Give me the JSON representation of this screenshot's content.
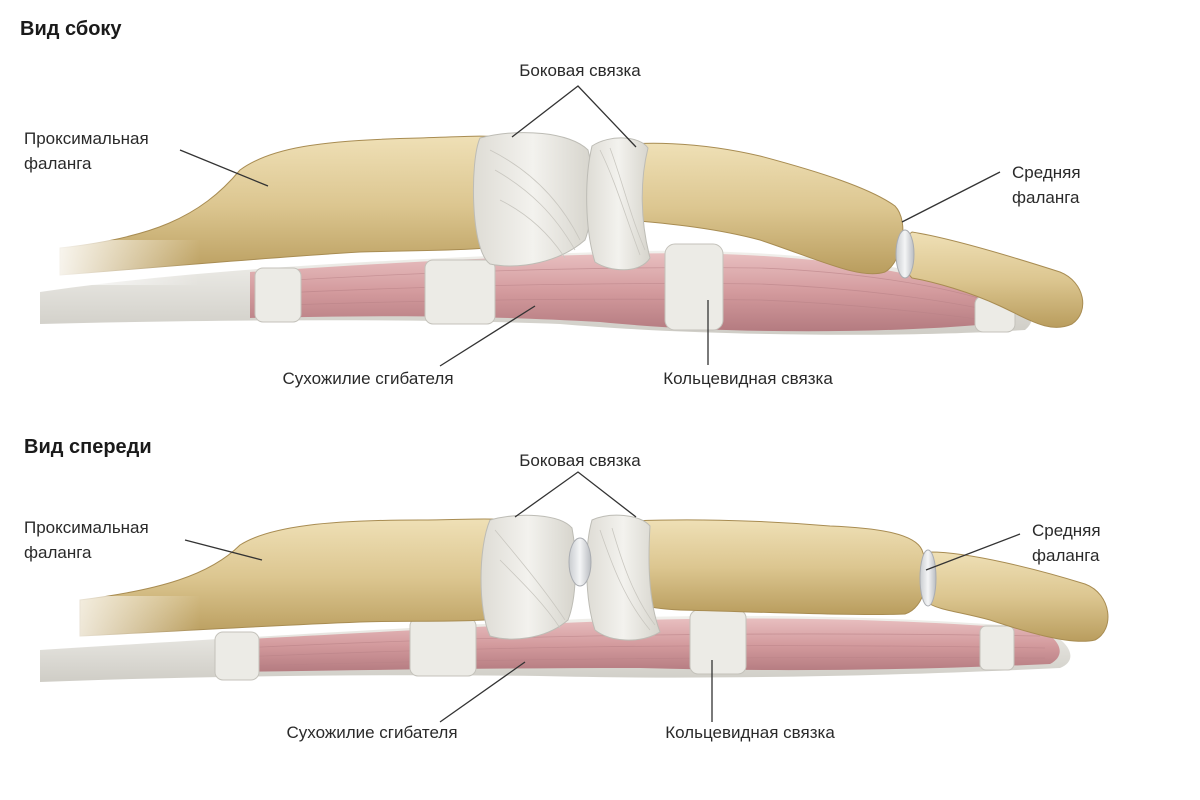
{
  "views": {
    "side": {
      "title": "Вид сбоку",
      "labels": {
        "collateral_ligament": "Боковая связка",
        "proximal_phalanx": [
          "Проксимальная",
          "фаланга"
        ],
        "middle_phalanx": [
          "Средняя",
          "фаланга"
        ],
        "flexor_tendon": "Сухожилие сгибателя",
        "annular_ligament": "Кольцевидная связка"
      }
    },
    "front": {
      "title": "Вид спереди",
      "labels": {
        "collateral_ligament": "Боковая связка",
        "proximal_phalanx": [
          "Проксимальная",
          "фаланга"
        ],
        "middle_phalanx": [
          "Средняя",
          "фаланга"
        ],
        "flexor_tendon": "Сухожилие сгибателя",
        "annular_ligament": "Кольцевидная связка"
      }
    }
  },
  "colors": {
    "bone": "#e0cc9a",
    "bone_shadow": "#b89c5c",
    "tendon": "#d7a0a2",
    "tendon_shadow": "#b97a7e",
    "ligament": "#ecebe6",
    "ligament_line": "#bdbcb5",
    "leader_line": "#333333"
  }
}
